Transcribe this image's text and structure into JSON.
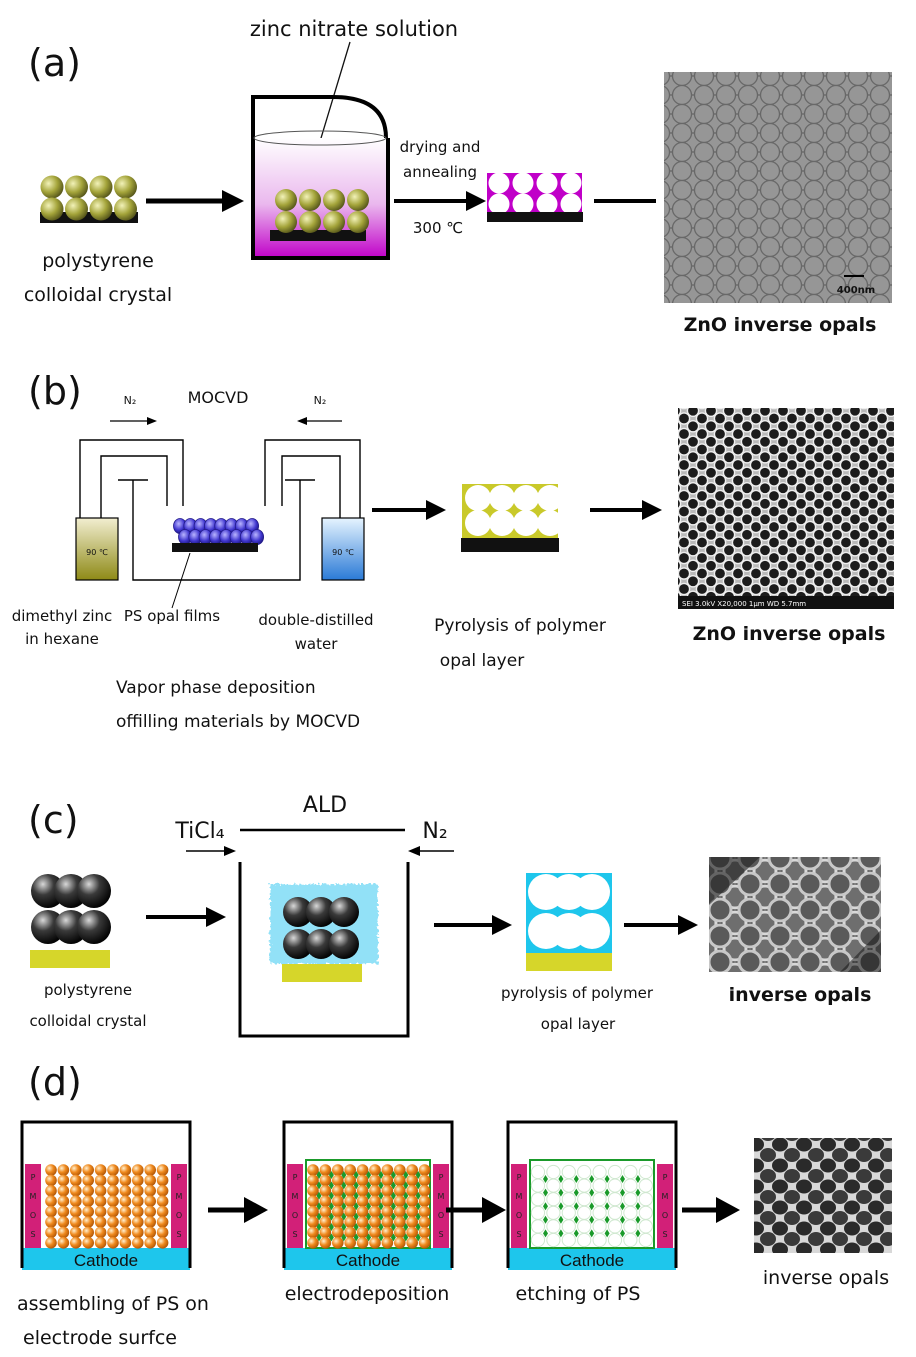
{
  "panels": {
    "a": {
      "letter": "(a)",
      "solution_label": "zinc nitrate solution",
      "step1_label_l1": "polystyrene",
      "step1_label_l2": "colloidal crystal",
      "arrow2_top_l1": "drying and",
      "arrow2_top_l2": "annealing",
      "arrow2_bottom": "300 ℃",
      "result_label": "ZnO inverse opals",
      "scalebar": "400nm"
    },
    "b": {
      "letter": "(b)",
      "title": "MOCVD",
      "n2_left": "N₂",
      "n2_right": "N₂",
      "temp_left": "90 ℃",
      "temp_right": "90 ℃",
      "source_left_l1": "dimethyl zinc",
      "source_left_l2": "in hexane",
      "film_label": "PS opal films",
      "source_right_l1": "double-distilled",
      "source_right_l2": "water",
      "caption_l1": "Vapor phase deposition",
      "caption_l2": "offilling materials by MOCVD",
      "pyrolysis_l1": "Pyrolysis of polymer",
      "pyrolysis_l2": "opal layer",
      "result_label": "ZnO inverse opals",
      "sem_bar": "SEI      3.0kV   X20,000     1μm    WD 5.7mm"
    },
    "c": {
      "letter": "(c)",
      "title": "ALD",
      "precursor": "TiCl₄",
      "n2": "N₂",
      "step1_label_l1": "polystyrene",
      "step1_label_l2": "colloidal crystal",
      "pyrolysis_l1": "pyrolysis of polymer",
      "pyrolysis_l2": "opal layer",
      "result_label": "inverse opals"
    },
    "d": {
      "letter": "(d)",
      "cathode": "Cathode",
      "pmos_letters": [
        "P",
        "M",
        "O",
        "S"
      ],
      "step1_l1": "assembling of PS on",
      "step1_l2": "electrode surfce",
      "step2": "electrodeposition",
      "step3": "etching of PS",
      "result_label": "inverse opals"
    }
  },
  "colors": {
    "gold_sphere": "#8f8f2a",
    "magenta": "#c000c8",
    "blue_sphere": "#3a33c4",
    "yellow": "#d6d62a",
    "cyan": "#1ec6ec",
    "pink_electrode": "#d22078",
    "orange_sphere": "#f08a1e",
    "green": "#1a9a2a"
  }
}
